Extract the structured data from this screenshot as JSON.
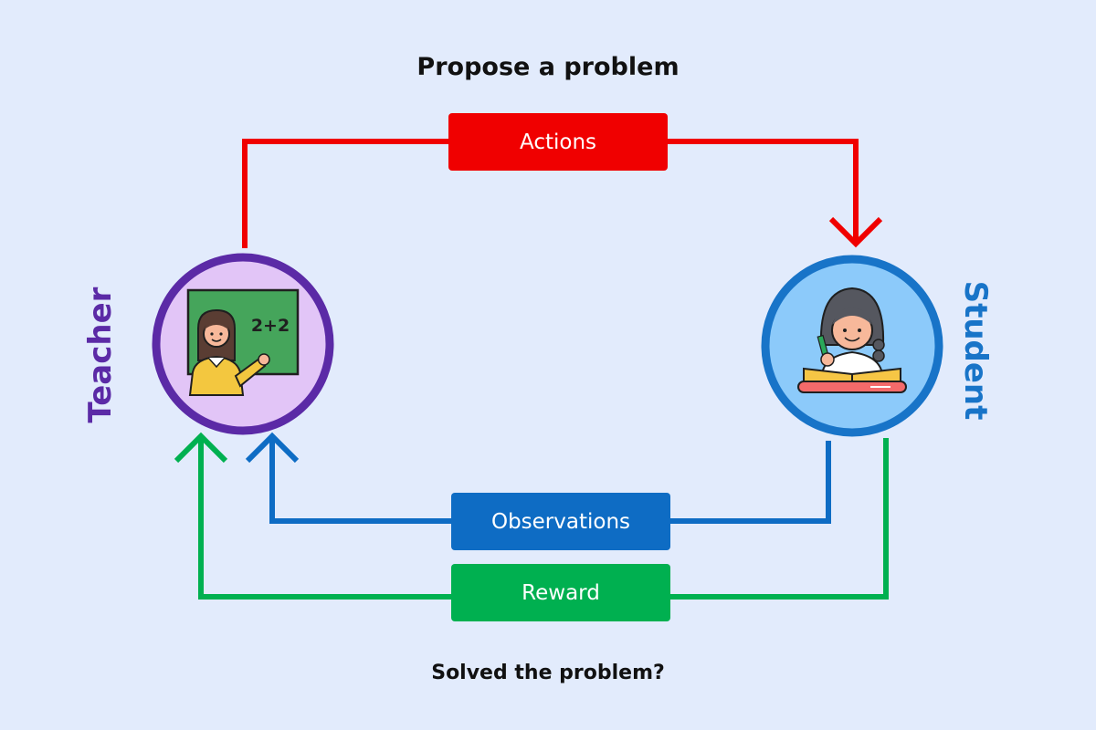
{
  "top_caption": "Propose a problem",
  "bottom_caption": "Solved the problem?",
  "teacher": {
    "label": "Teacher",
    "board_text": "2+2",
    "color": "#5b2aa6",
    "fill": "#e2c5f7"
  },
  "student": {
    "label": "Student",
    "color": "#1874c8",
    "fill": "#8ccafa"
  },
  "edges": {
    "actions": {
      "label": "Actions",
      "color": "#f00000"
    },
    "observations": {
      "label": "Observations",
      "color": "#0e6cc4"
    },
    "reward": {
      "label": "Reward",
      "color": "#00b050"
    }
  },
  "icons": {
    "teacher": "teacher-at-chalkboard-icon",
    "student": "student-reading-book-icon"
  }
}
